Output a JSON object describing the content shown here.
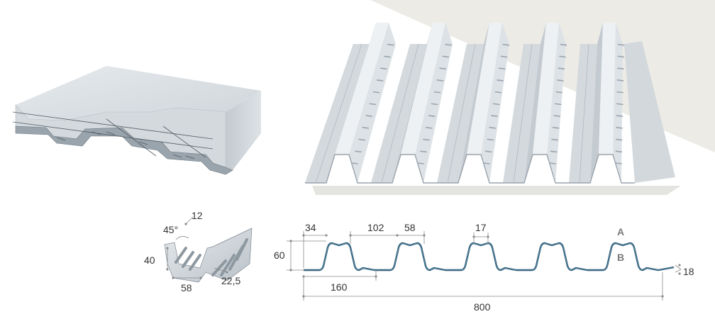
{
  "colors": {
    "background": "#ffffff",
    "backdrop": "#ecebe6",
    "steel_light": "#e8ecef",
    "steel_mid": "#c9d0d6",
    "steel_dark": "#9aa4ad",
    "concrete": "#dfe3e6",
    "profile_line": "#1d4e6b",
    "dimension_line": "#8a8a8a",
    "text": "#333333",
    "layer_marker": "#7a7a7a"
  },
  "detail_dimensions": {
    "rib_spacing": "12",
    "angle": "45°",
    "depth": "40",
    "rib_top": "58",
    "rib_offset": "22,5"
  },
  "profile_dimensions": {
    "flange": "34",
    "pitch_gap": "102",
    "top_width": "58",
    "crest": "17",
    "height": "60",
    "pitch": "160",
    "total_width": "800",
    "thickness": "18"
  },
  "layer_markers": {
    "upper": "A",
    "lower": "B"
  }
}
